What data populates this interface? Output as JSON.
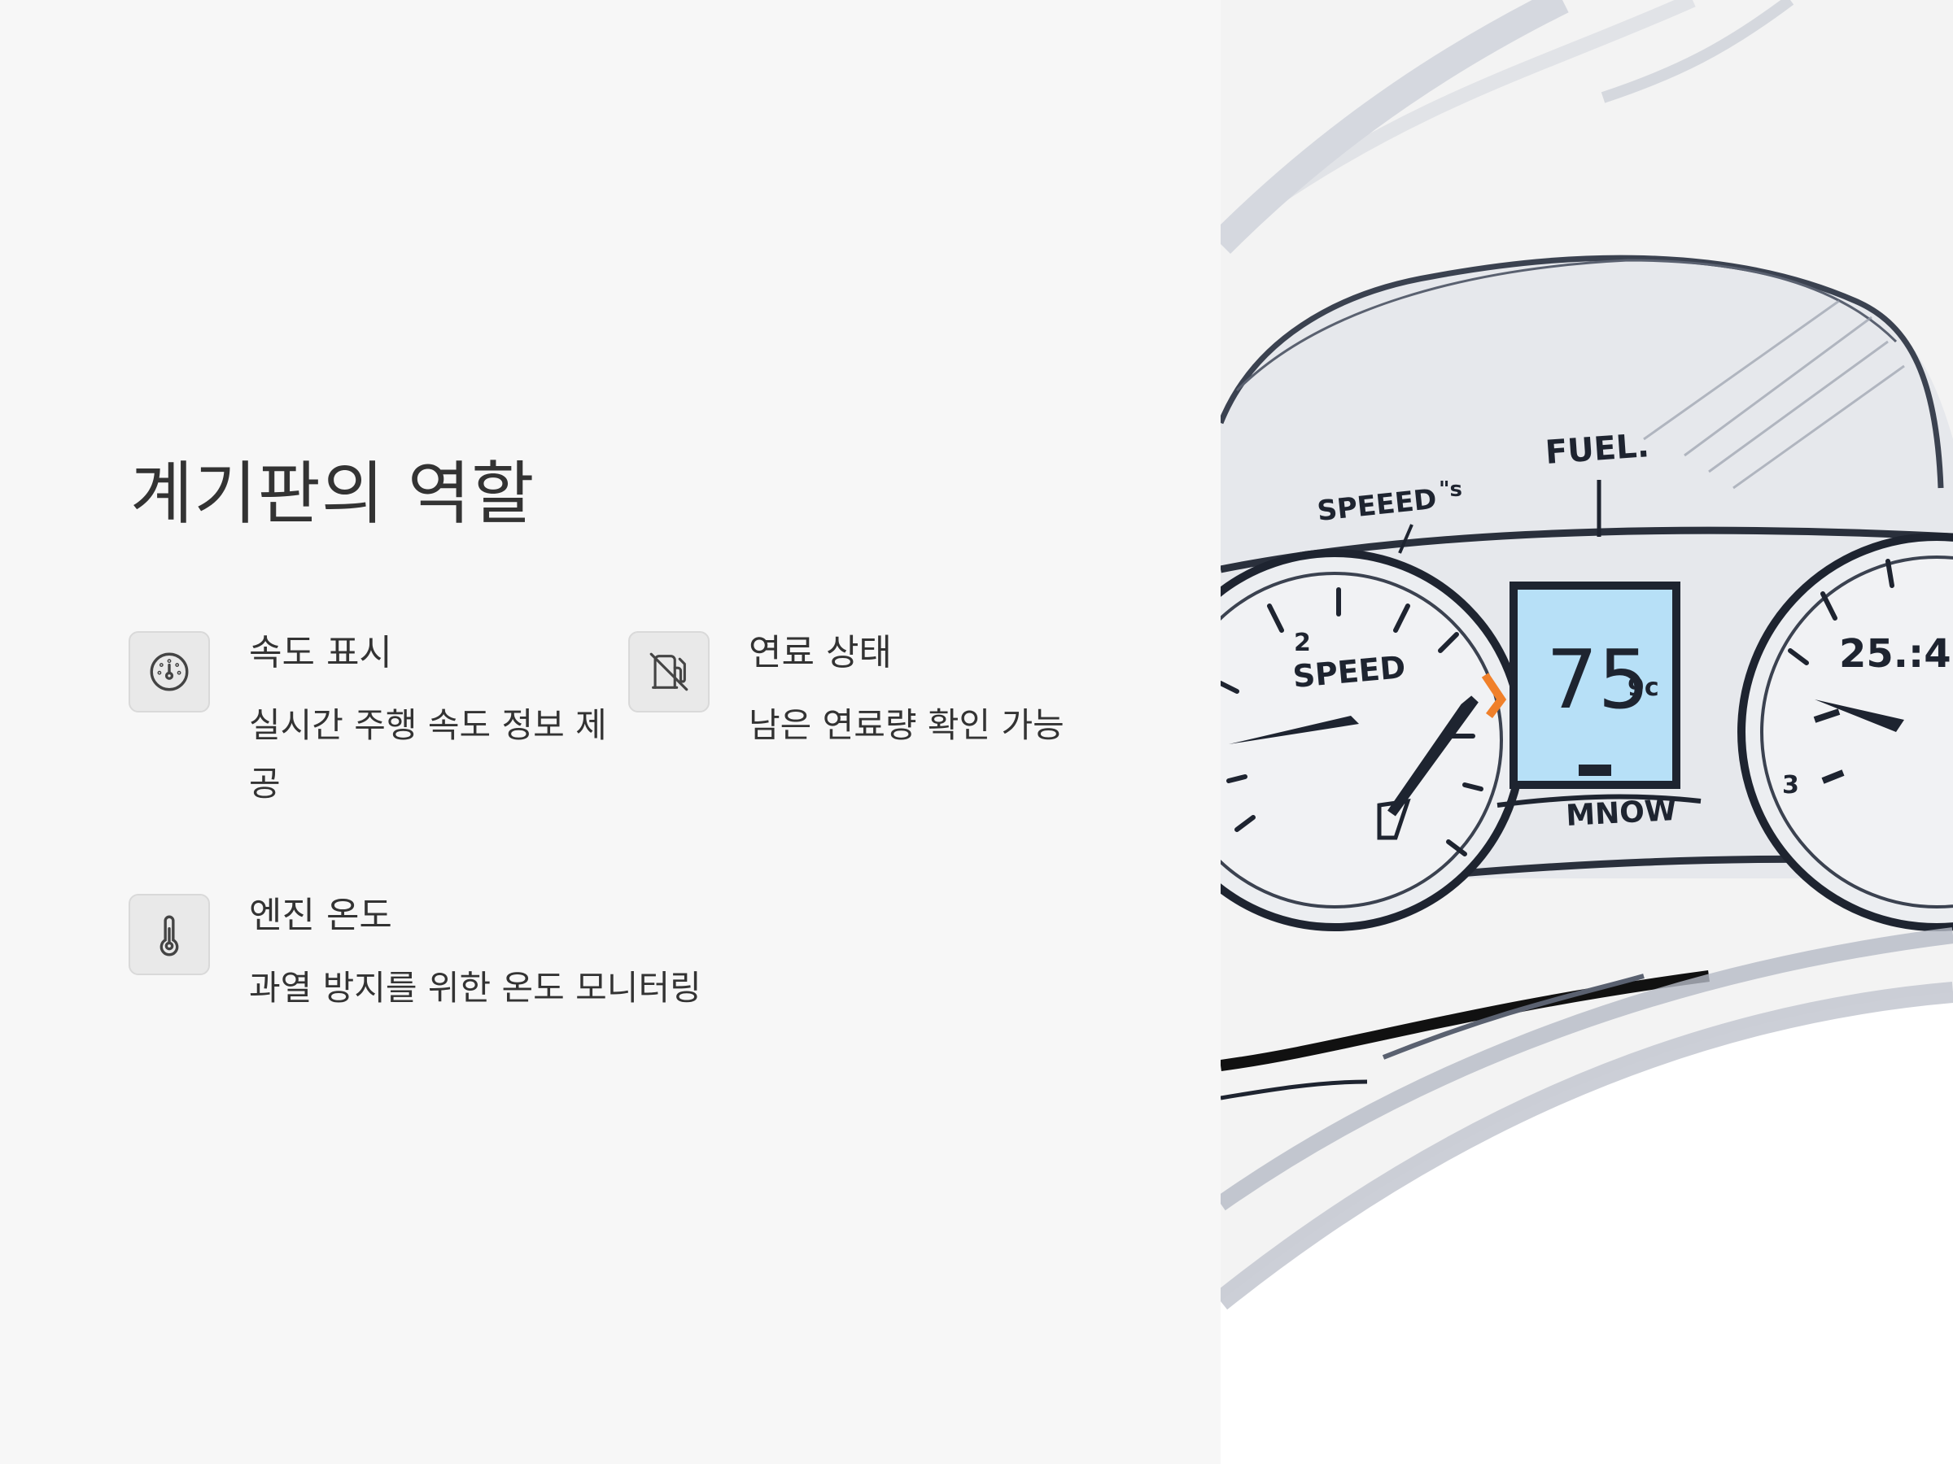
{
  "page": {
    "title": "계기판의 역할"
  },
  "features": [
    {
      "icon": "speedometer-icon",
      "title": "속도 표시",
      "description": "실시간 주행 속도 정보 제공"
    },
    {
      "icon": "fuel-off-icon",
      "title": "연료 상태",
      "description": "남은 연료량 확인 가능"
    },
    {
      "icon": "thermometer-icon",
      "title": "엔진 온도",
      "description": "과열 방지를 위한 온도 모니터링"
    }
  ],
  "illustration": {
    "labels": {
      "speeds": "SPEEED",
      "speeds_suffix": "\"s",
      "fuel": "FUEL.",
      "speed_gauge_number": "2",
      "speed_gauge_label": "SPEED",
      "display_value": "75",
      "display_unit": "9c",
      "display_sub": "MNOW",
      "right_gauge_value": "25.:4",
      "right_gauge_tick": "3"
    }
  },
  "colors": {
    "background": "#f7f7f7",
    "text": "#333333",
    "icon_box": "#e9e9e9",
    "sketch_line": "#1e2430",
    "sketch_blue": "#b7e0f7",
    "accent_orange": "#f0802a"
  }
}
